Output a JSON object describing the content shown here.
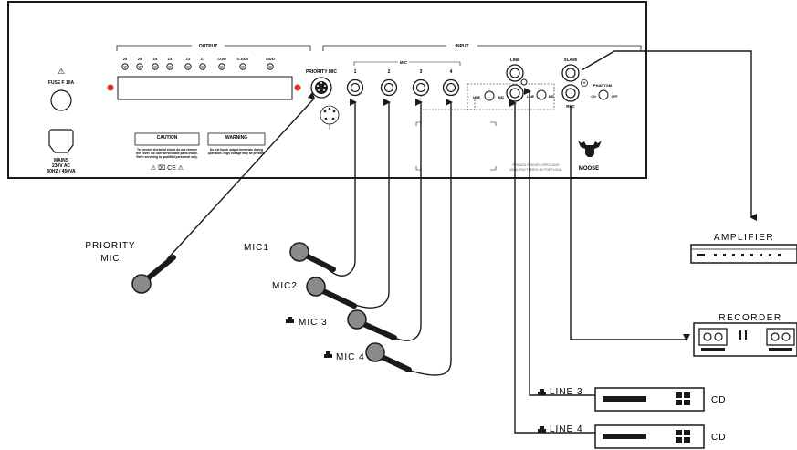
{
  "panel": {
    "output_header": "OUTPUT",
    "input_header": "INPUT",
    "output_terminals": [
      "25",
      "25",
      "Zo",
      "Z3",
      "Z2",
      "Z1",
      "COM",
      "0-100V",
      "4/8/Ω"
    ],
    "fuse": "FUSE F 10A",
    "mains": "MAINS",
    "mains_spec_1": "230V AC",
    "mains_spec_2": "50HZ / 450VA",
    "priority_mic": "PRIORITY MIC",
    "mic_label": "MIC",
    "mic_channels": [
      "1",
      "2",
      "3",
      "4"
    ],
    "line_label": "LINE",
    "switch_line": "LINE",
    "switch_mic": "MIC",
    "slave": "SLAVE",
    "rec": "REC",
    "phantom": "PHANTOM",
    "phantom_on": "ON",
    "phantom_off": "OFF",
    "caution_title": "CAUTION",
    "caution_text_1": "To prevent electrical shock do not remove",
    "caution_text_2": "the cover. No user serviceable parts inside.",
    "caution_text_3": "Refer servicing to qualified personnel only.",
    "warning_title": "WARNING",
    "warning_text_1": "Do not touch output terminals during",
    "warning_text_2": "operation. High voltage may be present.",
    "cert_marks": "⚠ ⌧ CE ⚠",
    "made_in_1": "PROUDLY DEVELOPED AND",
    "made_in_2": "MANUFACTURED IN PORTUGAL",
    "brand": "MOOSE"
  },
  "devices": {
    "amplifier": "AMPLIFIER",
    "recorder": "RECORDER",
    "cd": "CD"
  },
  "sources": {
    "priority_mic_1": "PRIORITY",
    "priority_mic_2": "MIC",
    "mic1": "MIC1",
    "mic2": "MIC2",
    "mic3": "MIC 3",
    "mic4": "MIC 4",
    "line3": "LINE 3",
    "line4": "LINE 4"
  },
  "colors": {
    "stroke": "#1a1a1a",
    "mic_head": "#8a8a8a",
    "screw": "#d9342b"
  }
}
